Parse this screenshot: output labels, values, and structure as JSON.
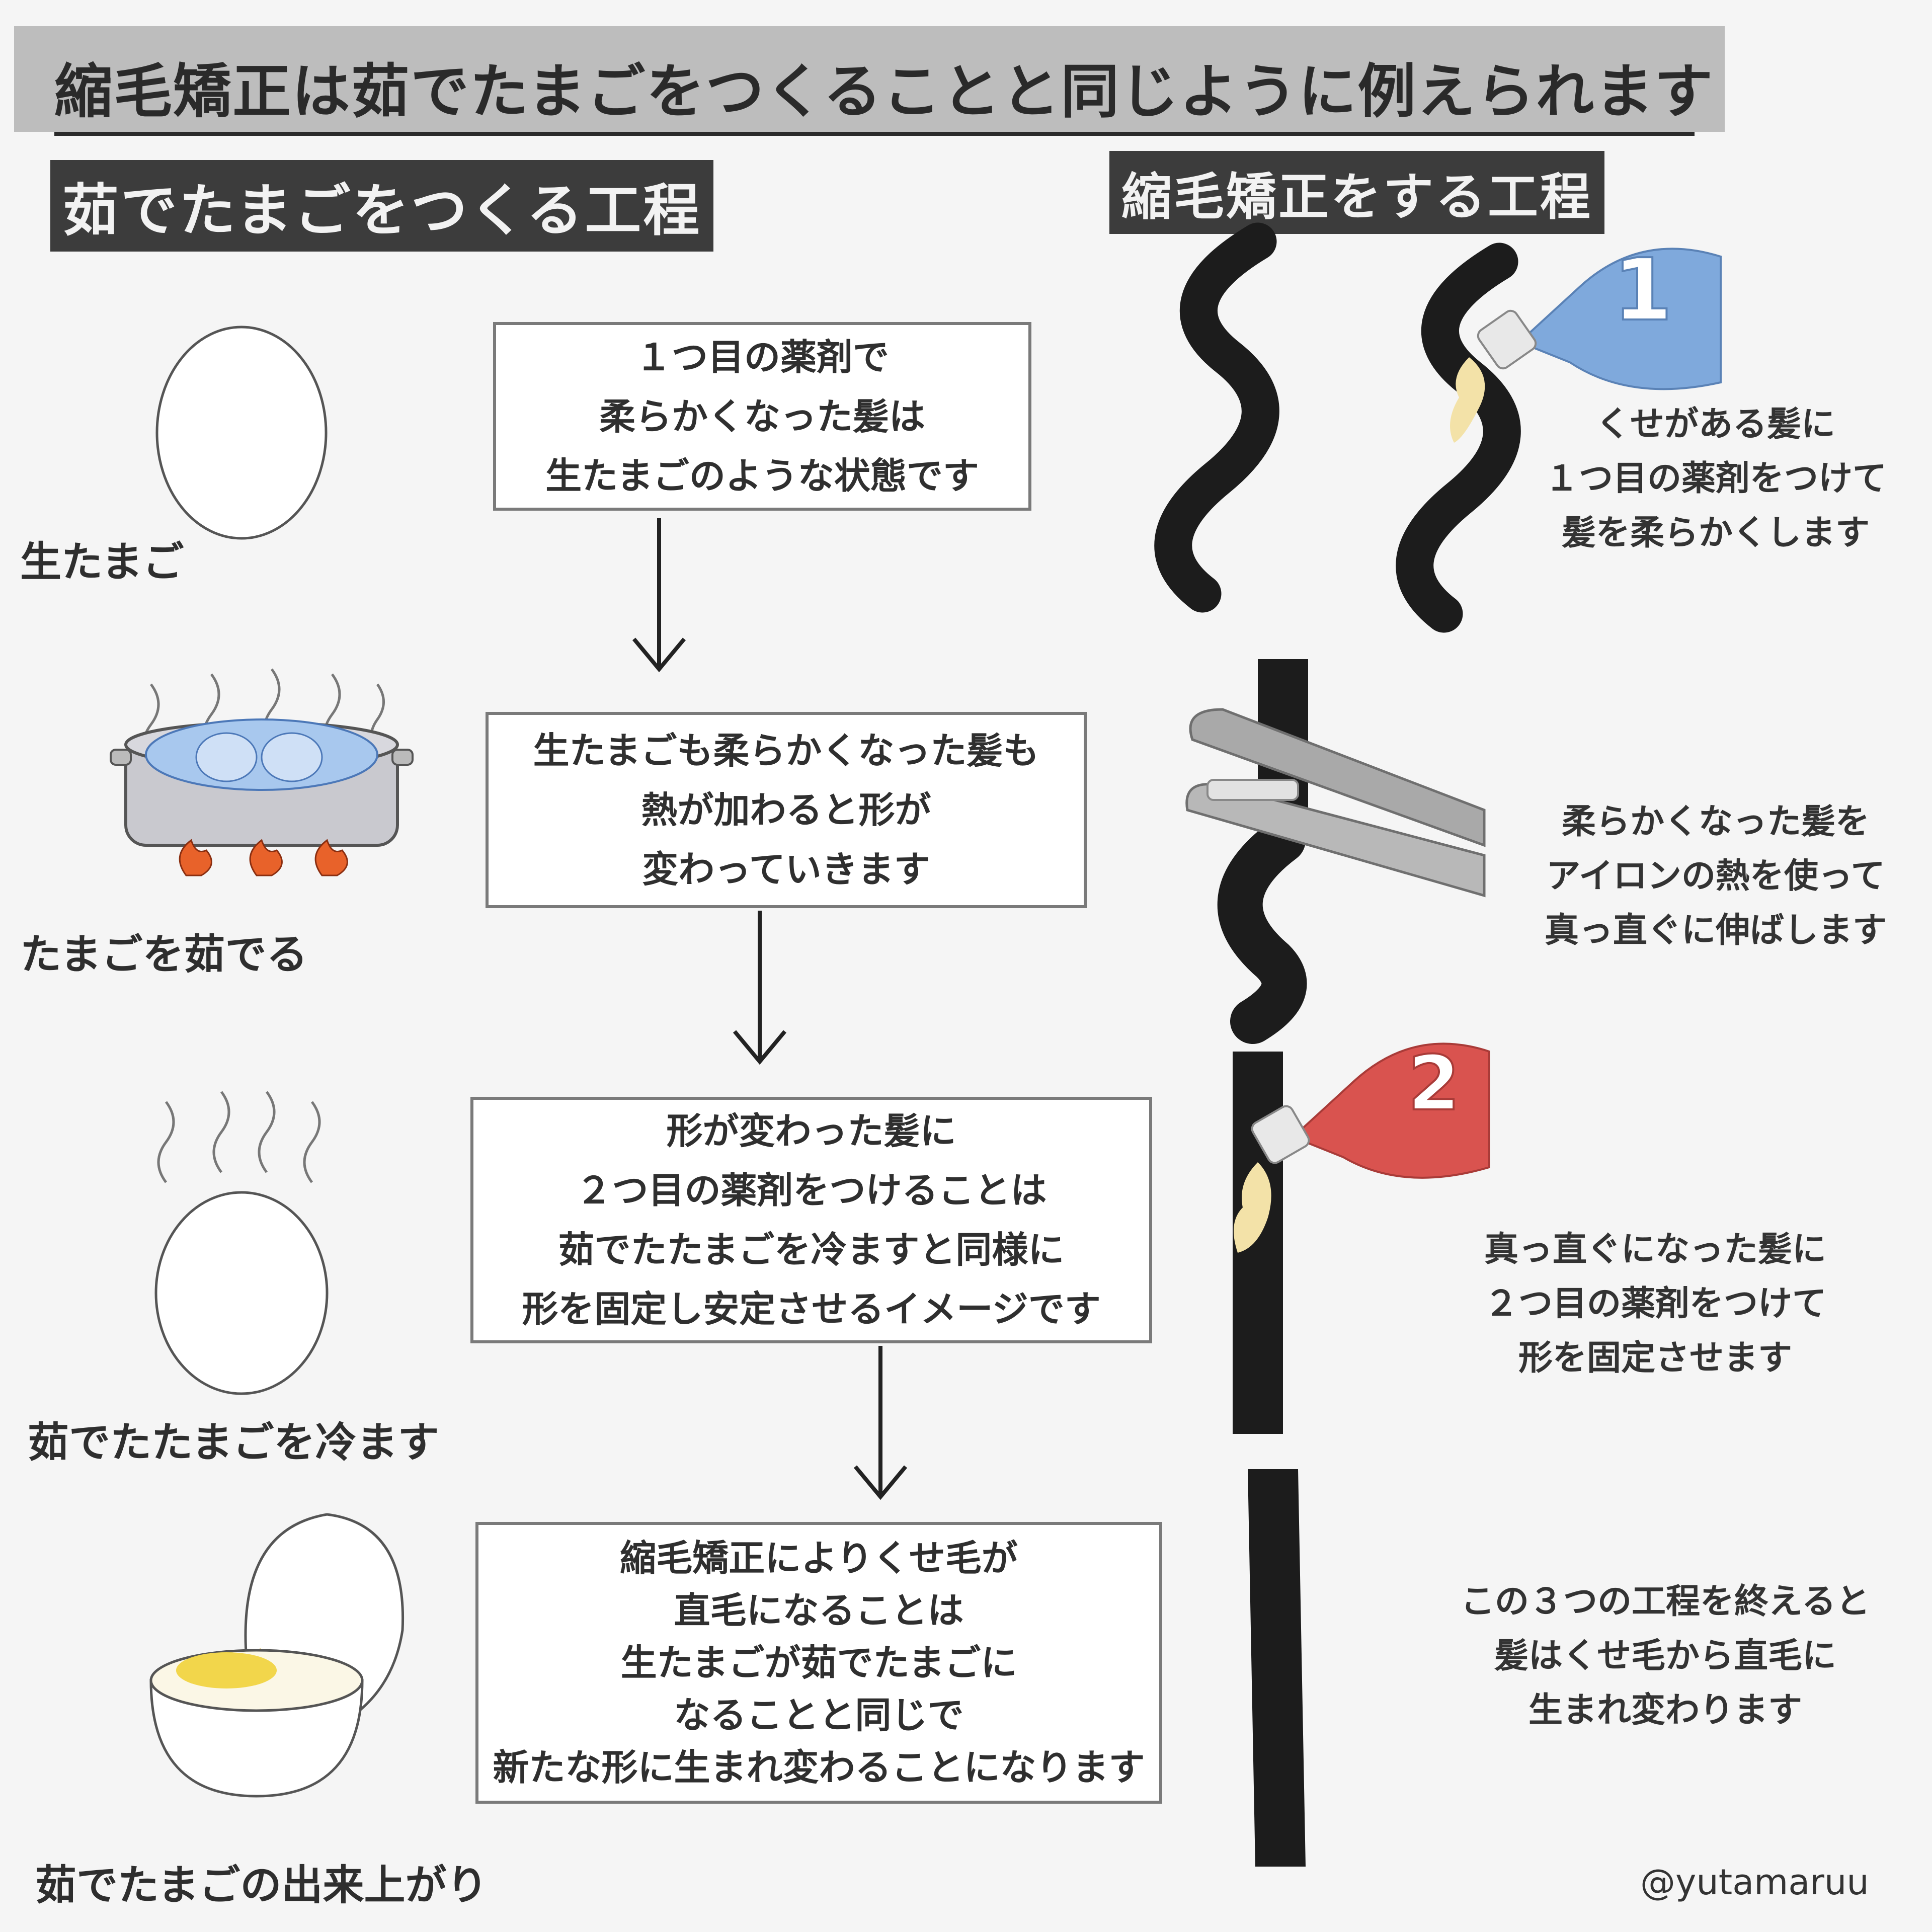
{
  "title": "縮毛矯正は茹でたまごをつくることと同じように例えられます",
  "left_heading": "茹でたまごをつくる工程",
  "right_heading": "縮毛矯正をする工程",
  "egg_stages": [
    {
      "label": "生たまご",
      "icon": "raw-egg-icon"
    },
    {
      "label": "たまごを茹でる",
      "icon": "boiling-pot-icon"
    },
    {
      "label": "茹でたたまごを冷ます",
      "icon": "steaming-egg-icon"
    },
    {
      "label": "茹でたまごの出来上がり",
      "icon": "cracked-boiled-egg-icon"
    }
  ],
  "steps": [
    {
      "lines": [
        "１つ目の薬剤で",
        "柔らかくなった髪は",
        "生たまごのような状態です"
      ]
    },
    {
      "lines": [
        "生たまごも柔らかくなった髪も",
        "熱が加わると形が",
        "変わっていきます"
      ]
    },
    {
      "lines": [
        "形が変わった髪に",
        "２つ目の薬剤をつけることは",
        "茹でたたまごを冷ますと同様に",
        "形を固定し安定させるイメージです"
      ]
    },
    {
      "lines": [
        "縮毛矯正によりくせ毛が",
        "直毛になることは",
        "生たまごが茹でたまごに",
        "なることと同じで",
        "新たな形に生まれ変わることになります"
      ]
    }
  ],
  "hair_stages": [
    {
      "lines": [
        "くせがある髪に",
        "１つ目の薬剤をつけて",
        "髪を柔らかくします"
      ]
    },
    {
      "lines": [
        "柔らかくなった髪を",
        "アイロンの熱を使って",
        "真っ直ぐに伸ばします"
      ]
    },
    {
      "lines": [
        "真っ直ぐになった髪に",
        "２つ目の薬剤をつけて",
        "形を固定させます"
      ]
    },
    {
      "lines": [
        "この３つの工程を終えると",
        "髪はくせ毛から直毛に",
        "生まれ変わります"
      ]
    }
  ],
  "bottles": [
    {
      "number": "1",
      "color": "#7fa9dc"
    },
    {
      "number": "2",
      "color": "#d9534f"
    }
  ],
  "colors": {
    "hair": "#1c1c1c",
    "chemical": "#f3e2a8",
    "iron": "#a9a9a9",
    "flame": "#e8622a",
    "water": "#a8c8ee",
    "yolk": "#f2d64b"
  },
  "credit": "@yutamaruu"
}
